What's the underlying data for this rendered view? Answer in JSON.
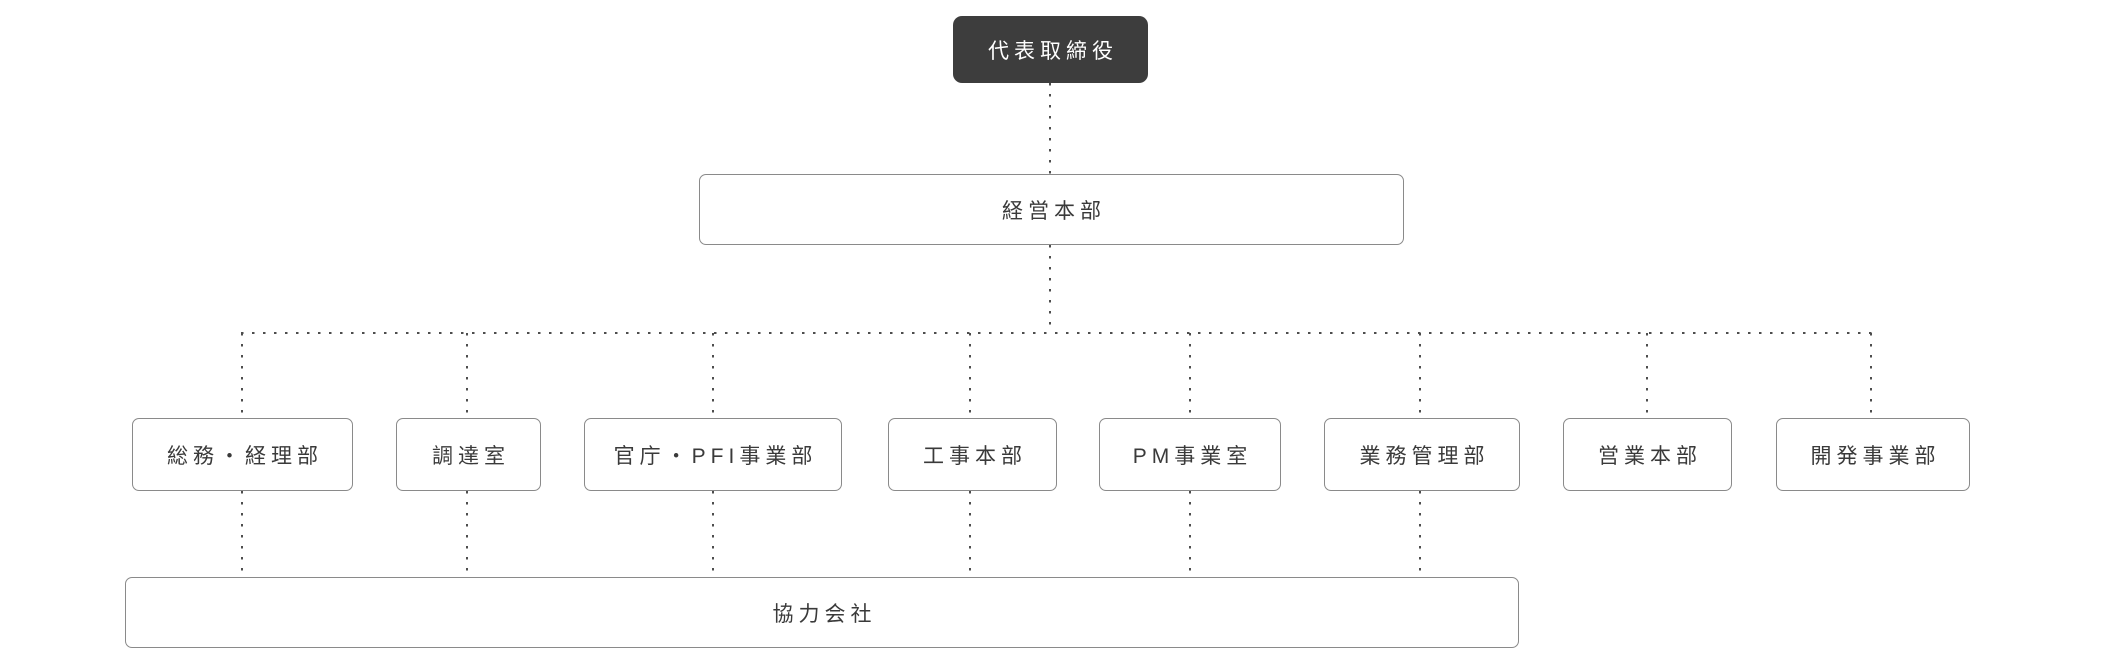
{
  "org_chart": {
    "root": {
      "label": "代表取締役"
    },
    "management": {
      "label": "経営本部"
    },
    "departments": [
      {
        "label": "総務・経理部"
      },
      {
        "label": "調達室"
      },
      {
        "label": "官庁・PFI事業部"
      },
      {
        "label": "工事本部"
      },
      {
        "label": "PM事業室"
      },
      {
        "label": "業務管理部"
      },
      {
        "label": "営業本部"
      },
      {
        "label": "開発事業部"
      }
    ],
    "partner": {
      "label": "協力会社"
    }
  },
  "colors": {
    "root-bg": "#3d3d3d",
    "root-text": "#ffffff",
    "box-border": "#8a8a8a",
    "box-text": "#3a3a3a",
    "connector": "#4d4d4d",
    "background": "#ffffff"
  }
}
